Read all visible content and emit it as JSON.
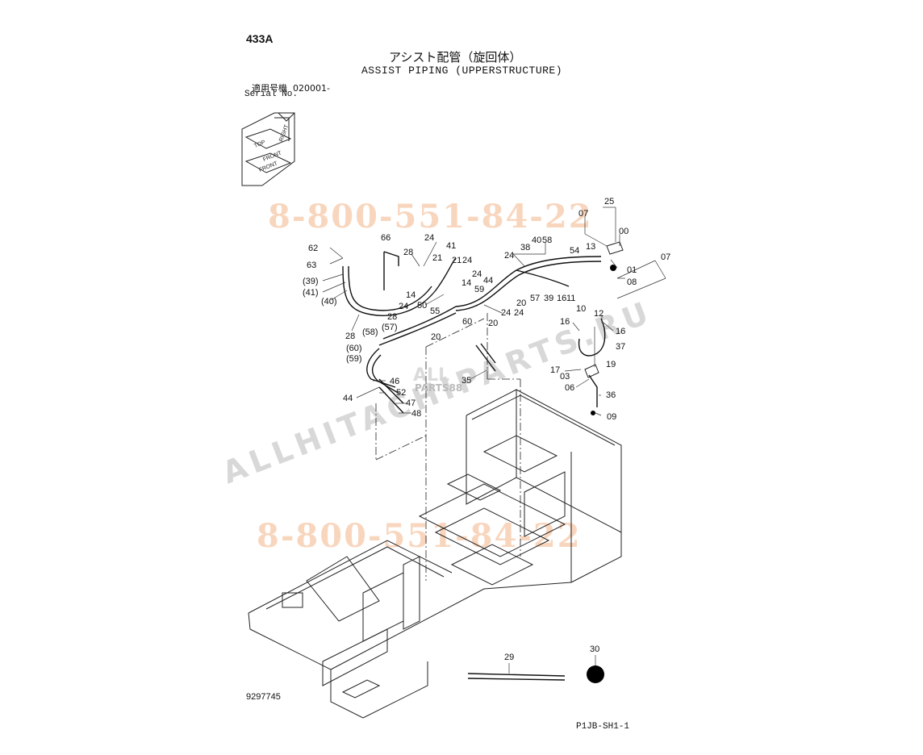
{
  "header": {
    "page_code": "433A",
    "title_jp": "アシスト配管（旋回体）",
    "title_en": "ASSIST PIPING (UPPERSTRUCTURE)",
    "serial_label_jp": "適用号機",
    "serial_value": "020001-",
    "serial_label_en": "Serial No."
  },
  "orientation_icon": {
    "labels": [
      "TOP",
      "FRONT",
      "FRONT",
      "RIGHT"
    ]
  },
  "watermarks": {
    "phone_top": "8-800-551-84-22",
    "phone_bottom": "8-800-551-84-22",
    "site": "ALLHITACHIPARTS.RU",
    "logo_line1": "ALL",
    "logo_line2": "PARTS88"
  },
  "callouts": {
    "c25": "25",
    "c07a": "07",
    "c00": "00",
    "c13": "13",
    "c54": "54",
    "c40": "40",
    "c58": "58",
    "c38": "38",
    "c01": "01",
    "c08": "08",
    "c07b": "07",
    "c24a": "24",
    "c66": "66",
    "c28a": "28",
    "c41": "41",
    "c21a": "21",
    "c21b": "21",
    "c24b": "24",
    "c62": "62",
    "c63": "63",
    "c39p": "(39)",
    "c41p": "(41)",
    "c40p": "(40)",
    "c14a": "14",
    "c14b": "14",
    "c24c": "24",
    "c44a": "44",
    "c59": "59",
    "c24d": "24",
    "c50": "50",
    "c55": "55",
    "c60": "60",
    "c20a": "20",
    "c20b": "20",
    "c24e": "24",
    "c57": "57",
    "c39": "39",
    "c16a": "16",
    "c11": "11",
    "c28b": "28",
    "c24f": "24",
    "c57p": "(57)",
    "c58p": "(58)",
    "c28c": "28",
    "c20c": "20",
    "c60p": "(60)",
    "c59p": "(59)",
    "c24g": "24",
    "c10": "10",
    "c12": "12",
    "c16b": "16",
    "c16c": "16",
    "c37": "37",
    "c19": "19",
    "c17": "17",
    "c03": "03",
    "c06": "06",
    "c36": "36",
    "c09": "09",
    "c35": "35",
    "c46": "46",
    "c52": "52",
    "c44b": "44",
    "c47": "47",
    "c48": "48",
    "c29": "29",
    "c30": "30"
  },
  "footer": {
    "doc_number": "9297745",
    "sheet_id": "P1JB-SH1-1"
  }
}
